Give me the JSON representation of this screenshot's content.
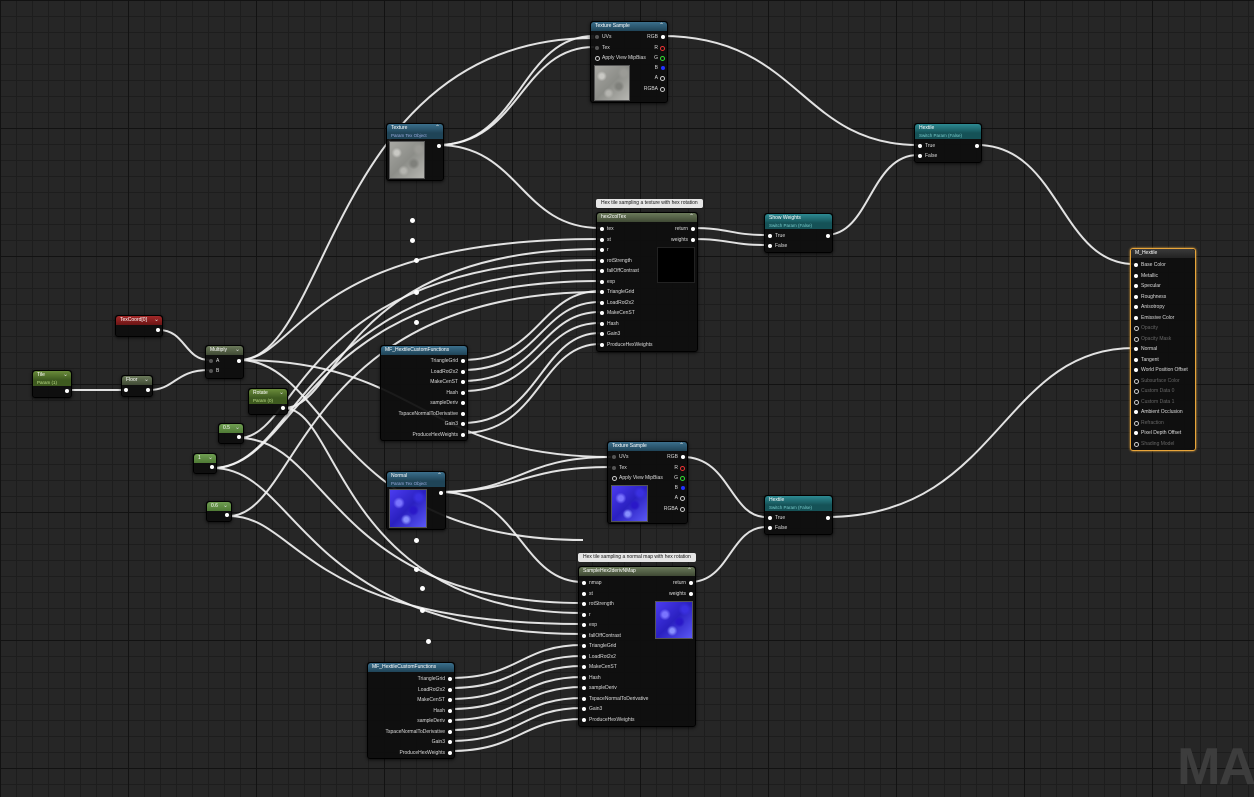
{
  "nodes": {
    "tex_sample_top": {
      "title": "Texture Sample",
      "inputs": [
        "UVs",
        "Tex",
        "Apply View MipBias"
      ],
      "outputs": [
        "RGB",
        "R",
        "G",
        "B",
        "A",
        "RGBA"
      ]
    },
    "texture_param": {
      "title": "Texture",
      "subtitle": "Param Tex Object"
    },
    "hextile_top": {
      "title": "Hextile",
      "subtitle": "Switch Param (False)",
      "inputs": [
        "True",
        "False"
      ]
    },
    "comment_top": {
      "text": "Hex tile sampling a texture with hex rotation"
    },
    "hex2colTex": {
      "title": "hex2colTex",
      "inputs": [
        "tex",
        "st",
        "r",
        "rotStrength",
        "fallOffContrast",
        "exp",
        "TriangleGrid",
        "LoadRot2x2",
        "MakeCenST",
        "Hash",
        "Gain3",
        "ProduceHexWeights"
      ],
      "outputs": [
        "return",
        "weights"
      ]
    },
    "show_weights": {
      "title": "Show Weights",
      "subtitle": "Switch Param (False)",
      "inputs": [
        "True",
        "False"
      ]
    },
    "texcoord": {
      "title": "TexCoord[0]"
    },
    "multiply": {
      "title": "Multiply",
      "inputs": [
        "A",
        "B"
      ]
    },
    "tile_param": {
      "title": "Tile",
      "subtitle": "Param (1)"
    },
    "floor": {
      "title": "Floor"
    },
    "rotate_param": {
      "title": "Rotate",
      "subtitle": "Param (0)"
    },
    "const_05": {
      "title": "0.5"
    },
    "const_1": {
      "title": "1"
    },
    "const_06": {
      "title": "0.6"
    },
    "mf_top": {
      "title": "MF_HextileCustomFunctions",
      "outputs": [
        "TriangleGrid",
        "LoadRot2x2",
        "MakeCenST",
        "Hash",
        "sampleDeriv",
        "TspaceNormalToDerivative",
        "Gain3",
        "ProduceHexWeights"
      ]
    },
    "normal_param": {
      "title": "Normal",
      "subtitle": "Param Tex Object"
    },
    "tex_sample_bottom": {
      "title": "Texture Sample",
      "inputs": [
        "UVs",
        "Tex",
        "Apply View MipBias"
      ],
      "outputs": [
        "RGB",
        "R",
        "G",
        "B",
        "A",
        "RGBA"
      ]
    },
    "hextile_bottom": {
      "title": "Hextile",
      "subtitle": "Switch Param (False)",
      "inputs": [
        "True",
        "False"
      ]
    },
    "comment_bottom": {
      "text": "Hex tile sampling a normal map with hex rotation"
    },
    "sampleHex": {
      "title": "SampleHex2derivNMap",
      "inputs": [
        "nmap",
        "st",
        "rotStrength",
        "r",
        "exp",
        "fallOffContrast",
        "TriangleGrid",
        "LoadRot2x2",
        "MakeCenST",
        "Hash",
        "sampleDeriv",
        "TspaceNormalToDerivative",
        "Gain3",
        "ProduceHexWeights"
      ],
      "outputs": [
        "return",
        "weights"
      ]
    },
    "mf_bottom": {
      "title": "MF_HextileCustomFunctions",
      "outputs": [
        "TriangleGrid",
        "LoadRot2x2",
        "MakeCenST",
        "Hash",
        "sampleDeriv",
        "TspaceNormalToDerivative",
        "Gain3",
        "ProduceHexWeights"
      ]
    },
    "result": {
      "title": "M_Hextile",
      "inputs": [
        "Base Color",
        "Metallic",
        "Specular",
        "Roughness",
        "Anisotropy",
        "Emissive Color",
        "Opacity",
        "Opacity Mask",
        "Normal",
        "Tangent",
        "World Position Offset",
        "Subsurface Color",
        "Custom Data 0",
        "Custom Data 1",
        "Ambient Occlusion",
        "Refraction",
        "Pixel Depth Offset",
        "Shading Model"
      ],
      "inactive": [
        6,
        7,
        11,
        12,
        13,
        15,
        17
      ]
    }
  },
  "watermark": "MA",
  "colors": {
    "result_border": "#e8a53a",
    "param_header": "#3b6f8c",
    "switch_header": "#2d8a92",
    "wire": "#f2f2f2"
  }
}
